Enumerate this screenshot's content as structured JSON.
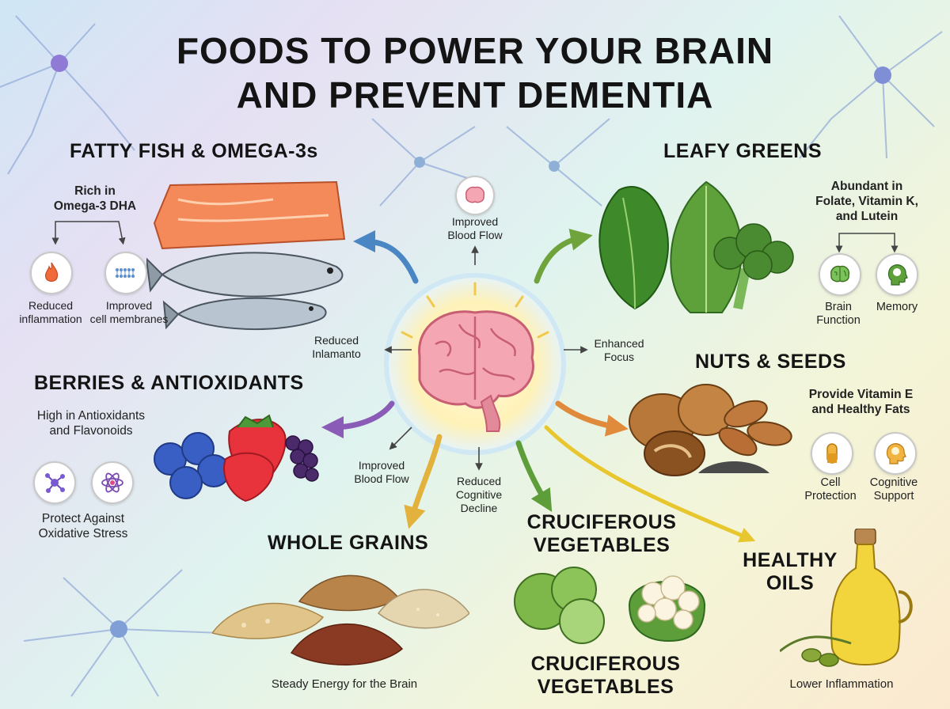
{
  "title_line1": "FOODS TO POWER YOUR BRAIN",
  "title_line2": "AND PREVENT DEMENTIA",
  "center": {
    "benefits": {
      "top": [
        "Improved",
        "Blood Flow"
      ],
      "left": [
        "Reduced",
        "Inlamanto"
      ],
      "right": [
        "Enhanced",
        "Focus"
      ],
      "bottom_left": [
        "Improved",
        "Blood Flow"
      ],
      "bottom": [
        "Reduced",
        "Cognitive",
        "Decline"
      ]
    }
  },
  "fish": {
    "heading": "FATTY FISH & OMEGA-3s",
    "desc": [
      "Rich in",
      "Omega-3 DHA"
    ],
    "icons": [
      {
        "icon": "flame-icon",
        "label": [
          "Reduced",
          "inflammation"
        ]
      },
      {
        "icon": "cell-membrane-icon",
        "label": [
          "Improved",
          "cell membranes"
        ]
      }
    ]
  },
  "berries": {
    "heading": "BERRIES & ANTIOXIDANTS",
    "desc": [
      "High in Antioxidants",
      "and Flavonoids"
    ],
    "icons": [
      {
        "icon": "molecule-icon"
      },
      {
        "icon": "atom-icon"
      }
    ],
    "caption": [
      "Protect Against",
      "Oxidative Stress"
    ]
  },
  "grains": {
    "heading": "WHOLE GRAINS",
    "caption": "Steady Energy for the Brain"
  },
  "crucifer": {
    "heading": [
      "CRUCIFEROUS",
      "VEGETABLES"
    ],
    "caption": [
      "CRUCIFEROUS",
      "VEGETABLES"
    ]
  },
  "greens": {
    "heading": "LEAFY GREENS",
    "desc": [
      "Abundant in",
      "Folate, Vitamin K,",
      "and Lutein"
    ],
    "icons": [
      {
        "icon": "brain-icon",
        "label": [
          "Brain",
          "Function"
        ]
      },
      {
        "icon": "head-brain-icon",
        "label": [
          "Memory"
        ]
      }
    ]
  },
  "nuts": {
    "heading": "NUTS & SEEDS",
    "desc": [
      "Provide Vitamin E",
      "and Healthy Fats"
    ],
    "icons": [
      {
        "icon": "capsule-icon",
        "label": [
          "Cell",
          "Protection"
        ]
      },
      {
        "icon": "head-brain-icon",
        "label": [
          "Cognitive",
          "Support"
        ]
      }
    ]
  },
  "oils": {
    "heading": [
      "HEALTHY",
      "OILS"
    ],
    "caption": "Lower Inflammation"
  },
  "colors": {
    "fish_arrow": "#4a86c4",
    "greens_arrow": "#6fa33c",
    "berries_arrow": "#8a5cb8",
    "grains_arrow": "#e3b23c",
    "crucifer_arrow": "#5e9e3a",
    "nuts_arrow": "#e08a3c",
    "oils_arrow": "#e8c62e"
  }
}
